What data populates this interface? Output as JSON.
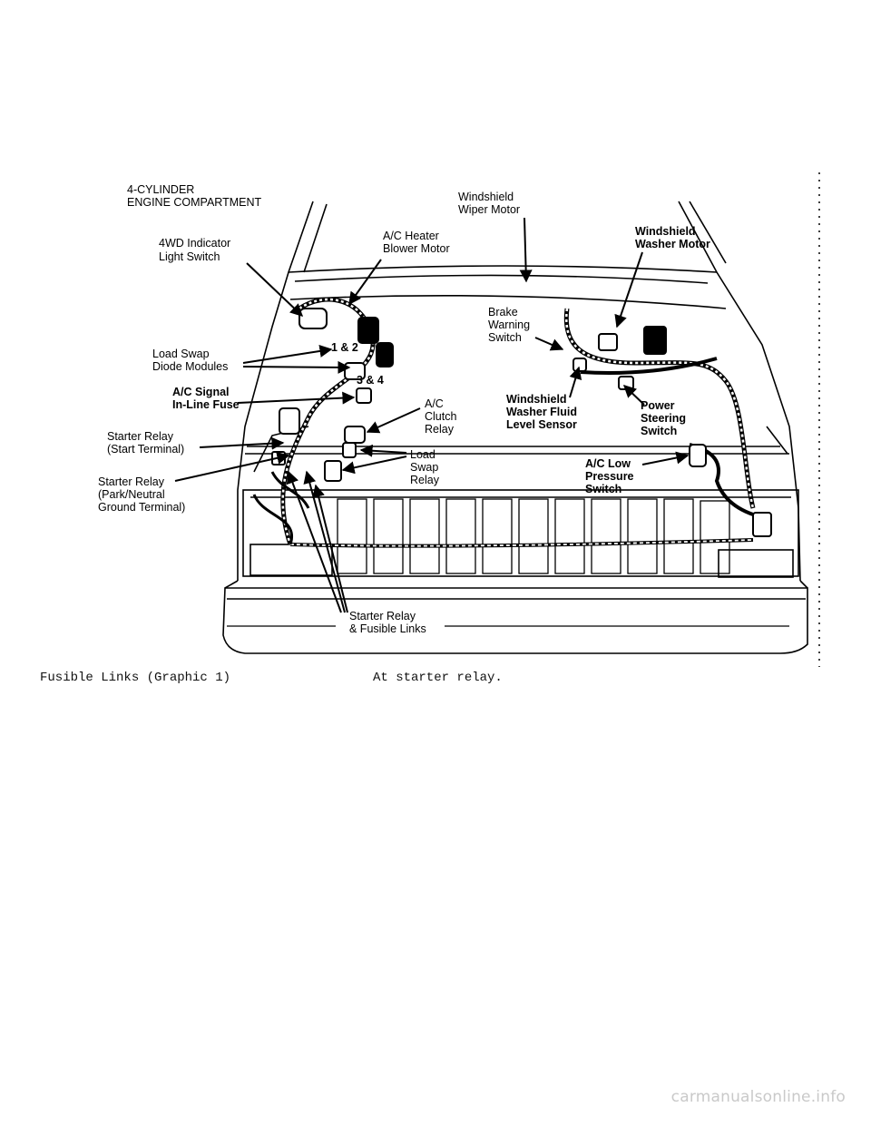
{
  "diagram": {
    "title_lines": [
      "4-CYLINDER",
      "ENGINE COMPARTMENT"
    ],
    "labels": {
      "wiper_motor": [
        "Windshield",
        "Wiper Motor"
      ],
      "washer_motor": [
        "Windshield",
        "Washer Motor"
      ],
      "blower_motor": [
        "A/C Heater",
        "Blower Motor"
      ],
      "indicator_switch": [
        "4WD Indicator",
        "Light Switch"
      ],
      "brake_switch": [
        "Brake",
        "Warning",
        "Switch"
      ],
      "diode_modules": [
        "Load Swap",
        "Diode Modules"
      ],
      "diode_num_a": "1 & 2",
      "diode_num_b": "3 & 4",
      "signal_fuse": [
        "A/C Signal",
        "In-Line Fuse"
      ],
      "clutch_relay": [
        "A/C",
        "Clutch",
        "Relay"
      ],
      "fluid_sensor": [
        "Windshield",
        "Washer Fluid",
        "Level Sensor"
      ],
      "power_steering": [
        "Power",
        "Steering",
        "Switch"
      ],
      "starter_start": [
        "Starter Relay",
        "(Start Terminal)"
      ],
      "load_swap_relay": [
        "Load",
        "Swap",
        "Relay"
      ],
      "ac_low_pressure": [
        "A/C Low",
        "Pressure",
        "Switch"
      ],
      "starter_park": [
        "Starter Relay",
        "(Park/Neutral",
        "Ground Terminal)"
      ],
      "fusible_links": [
        "Starter Relay",
        "& Fusible Links"
      ]
    }
  },
  "caption": {
    "left": "Fusible Links (Graphic 1)",
    "right": "At starter relay."
  },
  "watermark": "carmanualsonline.info"
}
